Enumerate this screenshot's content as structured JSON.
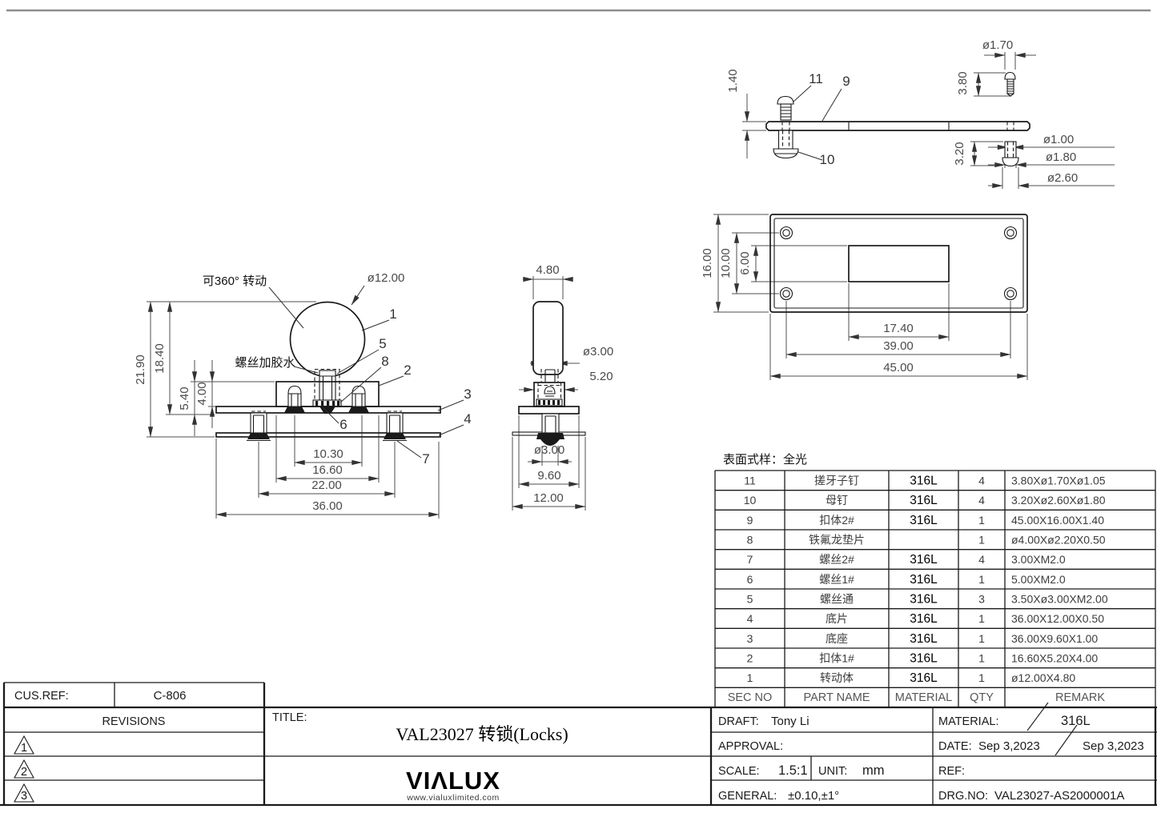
{
  "front_view": {
    "note_rotate": "可360° 转动",
    "note_glue": "螺丝加胶水",
    "dia_ball": "ø12.00",
    "dims": {
      "total_h": "21.90",
      "h2": "18.40",
      "h3": "5.40",
      "h4": "4.00",
      "w1": "10.30",
      "w2": "16.60",
      "w3": "22.00",
      "w4": "36.00"
    },
    "callouts": {
      "c1": "1",
      "c2": "2",
      "c3": "3",
      "c4": "4",
      "c5": "5",
      "c6": "6",
      "c7": "7",
      "c8": "8"
    }
  },
  "side_view": {
    "dims": {
      "w_top": "4.80",
      "dia_stem": "ø3.00",
      "w_body": "5.20",
      "dia_screw": "ø3.00",
      "w_plate": "9.60",
      "w_base": "12.00"
    }
  },
  "bar_view": {
    "dims": {
      "t": "1.40",
      "dia_a": "ø1.70",
      "len_a": "3.80",
      "len_b": "3.20",
      "dia_b": "ø1.00",
      "dia_c": "ø1.80",
      "dia_d": "ø2.60"
    },
    "callouts": {
      "c9": "9",
      "c10": "10",
      "c11": "11"
    }
  },
  "plate_view": {
    "dims": {
      "h": "16.00",
      "h2": "10.00",
      "h3": "6.00",
      "w1": "17.40",
      "w2": "39.00",
      "w3": "45.00"
    }
  },
  "surface_note": "表面式样：全光",
  "parts_table": {
    "headers": [
      "SEC NO",
      "PART NAME",
      "MATERIAL",
      "QTY",
      "REMARK"
    ],
    "rows": [
      {
        "sec": "11",
        "name": "搓牙子钉",
        "material": "316L",
        "qty": "4",
        "remark": "3.80Xø1.70Xø1.05"
      },
      {
        "sec": "10",
        "name": "母钉",
        "material": "316L",
        "qty": "4",
        "remark": "3.20Xø2.60Xø1.80"
      },
      {
        "sec": "9",
        "name": "扣体2#",
        "material": "316L",
        "qty": "1",
        "remark": "45.00X16.00X1.40"
      },
      {
        "sec": "8",
        "name": "铁氟龙垫片",
        "material": "",
        "qty": "1",
        "remark": "ø4.00Xø2.20X0.50"
      },
      {
        "sec": "7",
        "name": "螺丝2#",
        "material": "316L",
        "qty": "4",
        "remark": "3.00XM2.0"
      },
      {
        "sec": "6",
        "name": "螺丝1#",
        "material": "316L",
        "qty": "1",
        "remark": "5.00XM2.0"
      },
      {
        "sec": "5",
        "name": "螺丝通",
        "material": "316L",
        "qty": "3",
        "remark": "3.50Xø3.00XM2.00"
      },
      {
        "sec": "4",
        "name": "底片",
        "material": "316L",
        "qty": "1",
        "remark": "36.00X12.00X0.50"
      },
      {
        "sec": "3",
        "name": "底座",
        "material": "316L",
        "qty": "1",
        "remark": "36.00X9.60X1.00"
      },
      {
        "sec": "2",
        "name": "扣体1#",
        "material": "316L",
        "qty": "1",
        "remark": "16.60X5.20X4.00"
      },
      {
        "sec": "1",
        "name": "转动体",
        "material": "316L",
        "qty": "1",
        "remark": "ø12.00X4.80"
      }
    ]
  },
  "title_block": {
    "cus_ref_label": "CUS.REF:",
    "cus_ref_value": "C-806",
    "revisions_label": "REVISIONS",
    "revision_markers": [
      "1",
      "2",
      "3"
    ],
    "title_label": "TITLE:",
    "title_value": "VAL23027   转锁(Locks)",
    "logo_text": "VIΛLUX",
    "logo_url": "www.vialuxlimited.com",
    "draft_label": "DRAFT:",
    "draft_value": "Tony Li",
    "approval_label": "APPROVAL:",
    "scale_label": "SCALE:",
    "scale_value": "1.5:1",
    "unit_label": "UNIT:",
    "unit_value": "mm",
    "general_label": "GENERAL:",
    "general_value": "±0.10,±1°",
    "material_label": "MATERIAL:",
    "material_value": "316L",
    "date_label": "DATE:",
    "date_value": "Sep 3,2023",
    "date_value2": "Sep 3,2023",
    "ref_label": "REF:",
    "drg_label": "DRG.NO:",
    "drg_value": "VAL23027-AS2000001A"
  }
}
